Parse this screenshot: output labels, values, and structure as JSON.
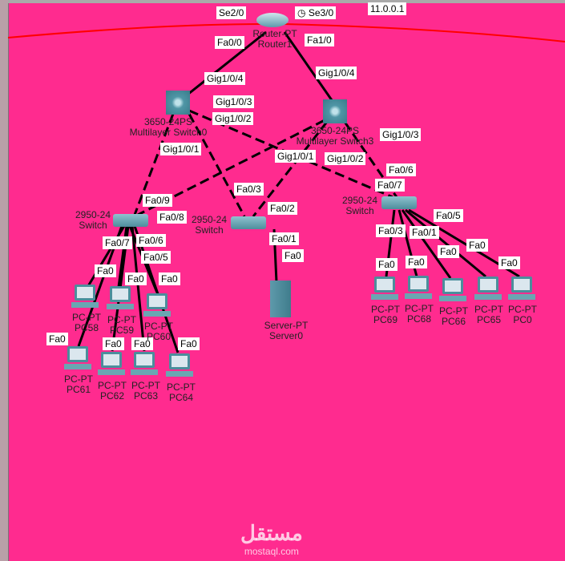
{
  "network_ip": "11.0.0.1",
  "devices": {
    "router": [
      "Router-PT",
      "Router1"
    ],
    "mls0": [
      "3650-24PS",
      "Multilayer Switch0"
    ],
    "mls3": [
      "3650-24PS",
      "Multilayer Switch3"
    ],
    "sw_left": [
      "2950-24",
      "Switch"
    ],
    "sw_mid": [
      "2950-24",
      "Switch"
    ],
    "sw_right": [
      "2950-24",
      "Switch"
    ],
    "server": [
      "Server-PT",
      "Server0"
    ],
    "pcs": [
      [
        "PC-PT",
        "PC58"
      ],
      [
        "PC-PT",
        "PC59"
      ],
      [
        "PC-PT",
        "PC60"
      ],
      [
        "PC-PT",
        "PC61"
      ],
      [
        "PC-PT",
        "PC62"
      ],
      [
        "PC-PT",
        "PC63"
      ],
      [
        "PC-PT",
        "PC64"
      ],
      [
        "PC-PT",
        "PC69"
      ],
      [
        "PC-PT",
        "PC68"
      ],
      [
        "PC-PT",
        "PC66"
      ],
      [
        "PC-PT",
        "PC65"
      ],
      [
        "PC-PT",
        "PC0"
      ]
    ]
  },
  "ports": [
    "Se2/0",
    "Se3/0",
    "Fa1/0",
    "Fa0/0",
    "Gig1/0/4",
    "Gig1/0/4",
    "Gig1/0/3",
    "Gig1/0/2",
    "Gig1/0/1",
    "Gig1/0/1",
    "Gig1/0/3",
    "Gig1/0/2",
    "Fa0/6",
    "Fa0/7",
    "Fa0/9",
    "Fa0/8",
    "Fa0/3",
    "Fa0/2",
    "Fa0/6",
    "Fa0/1",
    "Fa0",
    "Fa0/7",
    "Fa0/5",
    "Fa0",
    "Fa0",
    "Fa0",
    "Fa0/5",
    "Fa0/3",
    "Fa0/1",
    "Fa0",
    "Fa0",
    "Fa0",
    "Fa0",
    "Fa0",
    "Fa0",
    "Fa0",
    "Fa0",
    "Fa0"
  ],
  "watermark": {
    "arabic": "مستقل",
    "latin": "mostaql.com"
  },
  "colors": {
    "background": "#ff2b8f",
    "serial_link": "#ff0000",
    "link_light": "#5cb85c"
  }
}
